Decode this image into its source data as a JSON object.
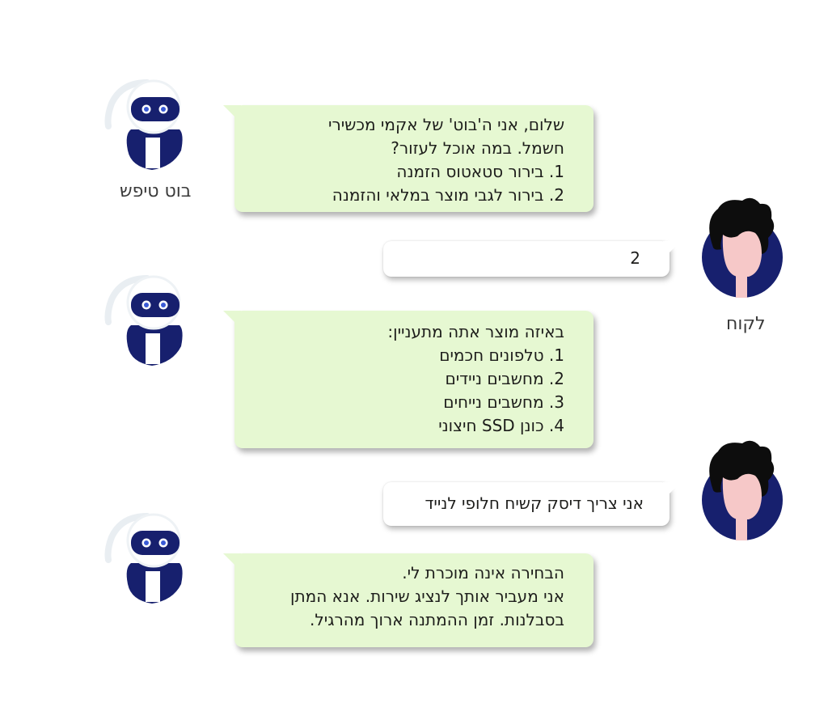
{
  "participants": {
    "bot_name": "בוט טיפש",
    "user_name": "לקוח"
  },
  "messages": [
    {
      "sender": "bot",
      "lines": [
        "שלום, אני ה'בוט' של אקמי מכשירי",
        "חשמל. במה אוכל לעזור?",
        "1. בירור סטאטוס הזמנה",
        "2. בירור לגבי מוצר במלאי והזמנה"
      ]
    },
    {
      "sender": "user",
      "lines": [
        "2"
      ]
    },
    {
      "sender": "bot",
      "lines": [
        "באיזה מוצר אתה מתעניין:",
        "1. טלפונים חכמים",
        "2. מחשבים ניידים",
        "3. מחשבים נייחים",
        "4. כונן SSD חיצוני"
      ]
    },
    {
      "sender": "user",
      "lines": [
        "אני צריך דיסק קשיח חלופי לנייד"
      ]
    },
    {
      "sender": "bot",
      "lines": [
        "הבחירה אינה מוכרת לי.",
        "אני מעביר אותך לנציג שירות. אנא המתן",
        "בסבלנות. זמן ההמתנה ארוך מהרגיל."
      ]
    }
  ],
  "colors": {
    "bot_bubble": "#e6f8d2",
    "user_bubble": "#ffffff",
    "navy": "#17206e",
    "skin": "#f6c8c8",
    "hair": "#0d0d0d"
  },
  "icons": {
    "bot_avatar": "robot-avatar-icon",
    "user_avatar": "user-avatar-icon"
  }
}
